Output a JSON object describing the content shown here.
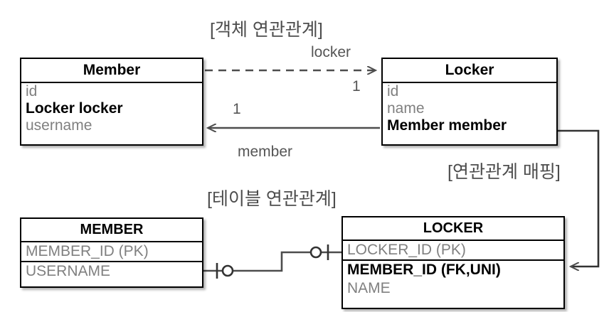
{
  "diagram": {
    "type": "uml-erd-association-mapping",
    "section_labels": [
      {
        "id": "object-association",
        "text": "[객체 연관관계]"
      },
      {
        "id": "table-association",
        "text": "[테이블 연관관계]"
      },
      {
        "id": "association-mapping",
        "text": "[연관관계 매핑]"
      }
    ],
    "object_model": {
      "classes": [
        {
          "id": "member-class",
          "name": "Member",
          "attributes": [
            {
              "text": "id",
              "bold": false
            },
            {
              "text": "Locker locker",
              "bold": true
            },
            {
              "text": "username",
              "bold": false
            }
          ]
        },
        {
          "id": "locker-class",
          "name": "Locker",
          "attributes": [
            {
              "text": "id",
              "bold": false
            },
            {
              "text": "name",
              "bold": false
            },
            {
              "text": "Member member",
              "bold": true
            }
          ]
        }
      ],
      "associations": [
        {
          "id": "member-to-locker",
          "from": "Member",
          "to": "Locker",
          "role_label": "locker",
          "multiplicity": "1",
          "style": "dashed",
          "arrow": "open"
        },
        {
          "id": "locker-to-member",
          "from": "Locker",
          "to": "Member",
          "role_label": "member",
          "multiplicity": "1",
          "style": "solid",
          "arrow": "open"
        }
      ]
    },
    "table_model": {
      "tables": [
        {
          "id": "member-table",
          "name": "MEMBER",
          "columns": [
            {
              "text": "MEMBER_ID (PK)",
              "bold": false
            },
            {
              "text": "USERNAME",
              "bold": false
            }
          ]
        },
        {
          "id": "locker-table",
          "name": "LOCKER",
          "columns": [
            {
              "text": "LOCKER_ID (PK)",
              "bold": false
            },
            {
              "text": "MEMBER_ID (FK,UNI)",
              "bold": true
            },
            {
              "text": "NAME",
              "bold": false
            }
          ]
        }
      ],
      "relationships": [
        {
          "id": "member-locker-fk",
          "from": "MEMBER",
          "to": "LOCKER",
          "notation": "crows-foot-one-to-one-optional",
          "style": "solid"
        }
      ]
    },
    "mapping_link": {
      "id": "locker-member-field-to-fk-column",
      "from": "Locker.Member member",
      "to": "LOCKER.MEMBER_ID (FK,UNI)",
      "style": "solid",
      "arrow": "open"
    },
    "colors": {
      "background": "#ffffff",
      "border": "#000000",
      "attribute_text": "#808080",
      "bold_text": "#000000",
      "caption_text": "#555555",
      "connector": "#4d4d4d"
    }
  }
}
